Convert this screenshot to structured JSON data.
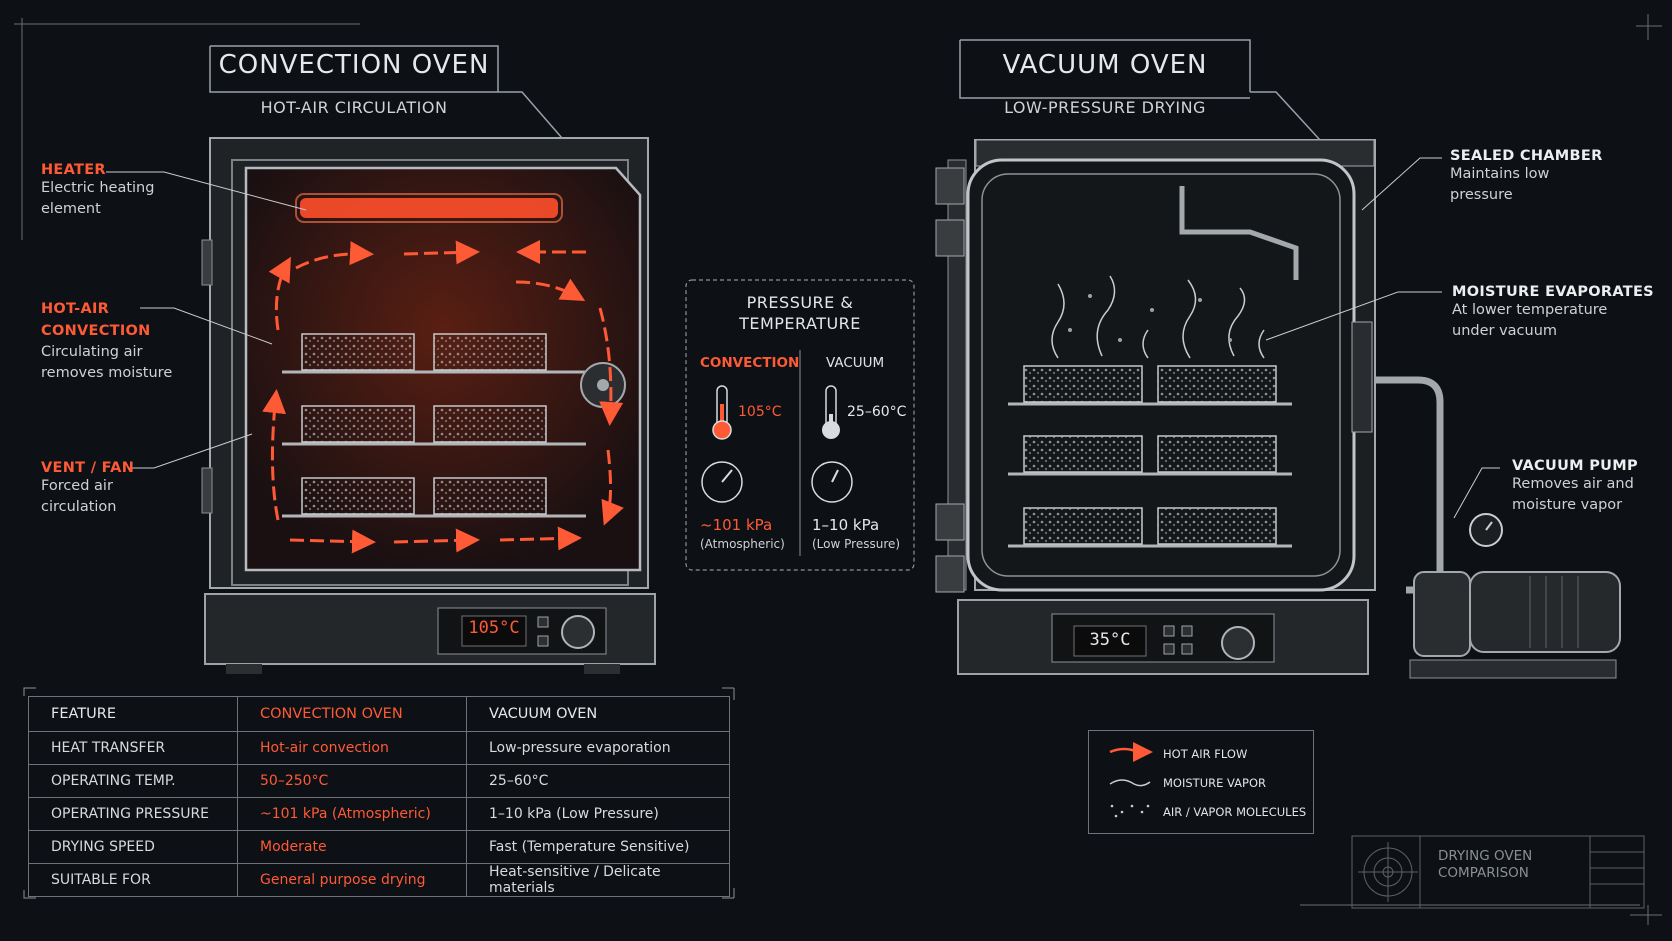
{
  "convection": {
    "title": "CONVECTION OVEN",
    "subtitle": "HOT-AIR CIRCULATION",
    "display": "105°C",
    "labels": [
      {
        "head": "HEATER",
        "lines": [
          "Electric heating",
          "element"
        ]
      },
      {
        "head": "HOT-AIR CONVECTION",
        "head_lines": [
          "HOT-AIR",
          "CONVECTION"
        ],
        "lines": [
          "Circulating air",
          "removes moisture"
        ]
      },
      {
        "head": "VENT / FAN",
        "lines": [
          "Forced air",
          "circulation"
        ]
      }
    ]
  },
  "vacuum": {
    "title": "VACUUM OVEN",
    "subtitle": "LOW-PRESSURE DRYING",
    "display": "35°C",
    "labels": [
      {
        "head": "SEALED CHAMBER",
        "lines": [
          "Maintains low",
          "pressure"
        ]
      },
      {
        "head": "MOISTURE EVAPORATES",
        "lines": [
          "At lower temperature",
          "under vacuum"
        ]
      },
      {
        "head": "VACUUM PUMP",
        "lines": [
          "Removes air and",
          "moisture vapor"
        ]
      }
    ]
  },
  "panel": {
    "title_lines": [
      "PRESSURE &",
      "TEMPERATURE"
    ],
    "convection": {
      "label": "CONVECTION",
      "temp": "105°C",
      "pressure": "~101 kPa",
      "pressure_note": "(Atmospheric)"
    },
    "vacuum": {
      "label": "VACUUM",
      "temp": "25–60°C",
      "pressure": "1–10 kPa",
      "pressure_note": "(Low Pressure)"
    }
  },
  "table": {
    "headers": [
      "FEATURE",
      "CONVECTION OVEN",
      "VACUUM OVEN"
    ],
    "rows": [
      [
        "HEAT TRANSFER",
        "Hot-air convection",
        "Low-pressure evaporation"
      ],
      [
        "OPERATING TEMP.",
        "50–250°C",
        "25–60°C"
      ],
      [
        "OPERATING PRESSURE",
        "~101 kPa (Atmospheric)",
        "1–10 kPa (Low Pressure)"
      ],
      [
        "DRYING SPEED",
        "Moderate",
        "Fast (Temperature Sensitive)"
      ],
      [
        "SUITABLE FOR",
        "General purpose drying",
        "Heat-sensitive / Delicate materials"
      ]
    ]
  },
  "legend": [
    {
      "icon": "red-arrow-icon",
      "label": "HOT AIR FLOW"
    },
    {
      "icon": "wavy-line-icon",
      "label": "MOISTURE VAPOR"
    },
    {
      "icon": "dots-icon",
      "label": "AIR / VAPOR MOLECULES"
    }
  ],
  "stamp": {
    "lines": [
      "DRYING OVEN",
      "COMPARISON"
    ]
  },
  "colors": {
    "accent": "#ff5a36",
    "background": "#0d1014",
    "line": "#9aa0a6"
  }
}
